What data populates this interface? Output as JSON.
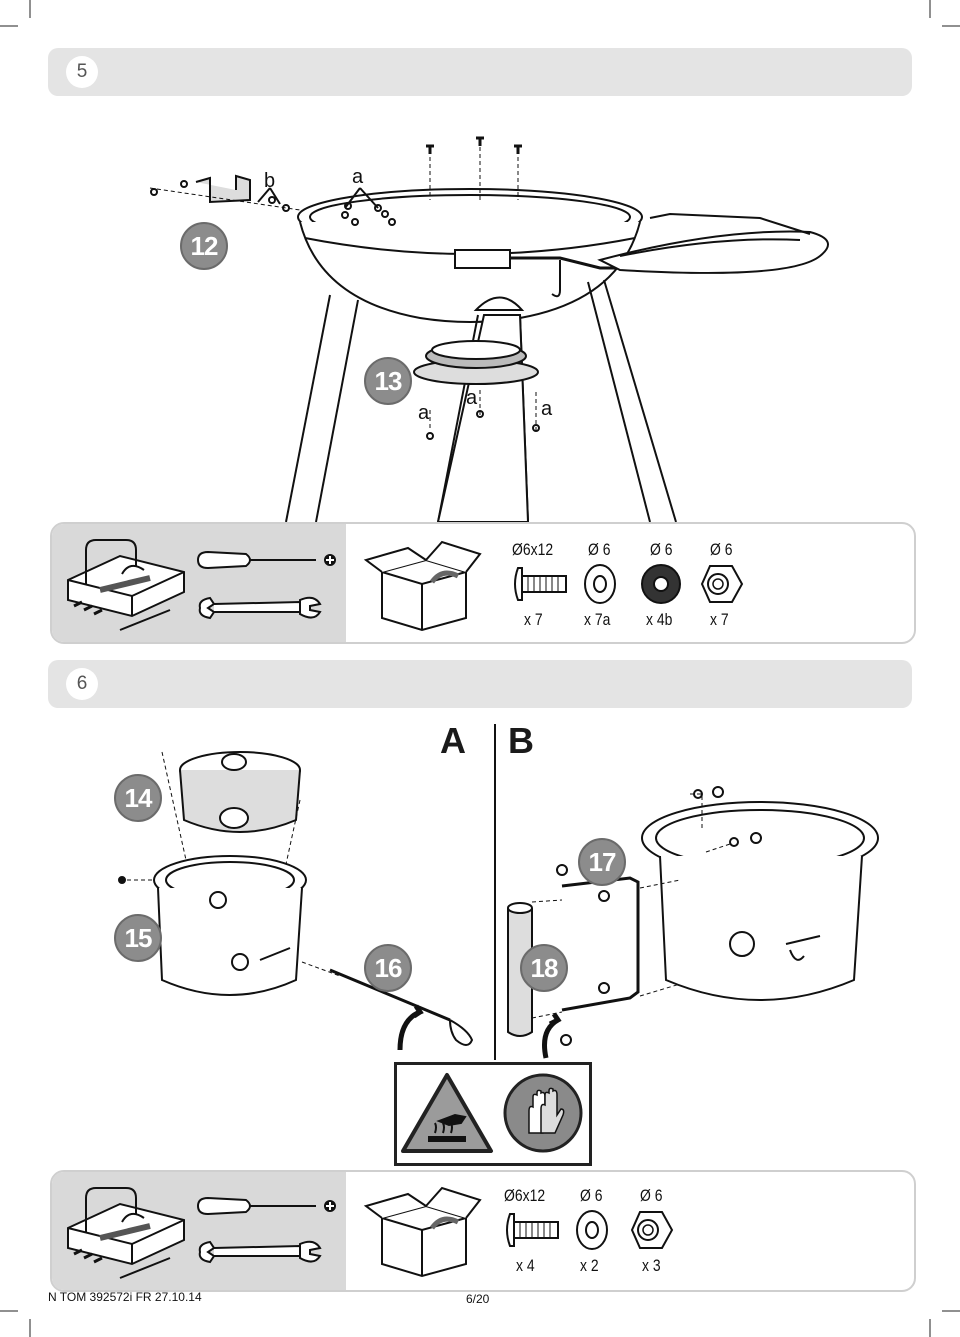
{
  "step5": {
    "number": "5",
    "part_labels": {
      "p12": "12",
      "p13": "13"
    },
    "callouts": {
      "b": "b",
      "a_top": "a",
      "a1": "a",
      "a2": "a",
      "a3": "a"
    },
    "hardware": [
      {
        "size": "Ø6x12",
        "qty": "x 7",
        "icon": "bolt-icon"
      },
      {
        "size": "Ø 6",
        "qty": "x 7a",
        "icon": "flat-washer-icon"
      },
      {
        "size": "Ø 6",
        "qty": "x 4b",
        "icon": "thick-washer-icon"
      },
      {
        "size": "Ø 6",
        "qty": "x 7",
        "icon": "hex-nut-icon"
      }
    ]
  },
  "step6": {
    "number": "6",
    "section_a": "A",
    "section_b": "B",
    "part_labels": {
      "p14": "14",
      "p15": "15",
      "p16": "16",
      "p17": "17",
      "p18": "18"
    },
    "warnings": [
      "hot-surface-warning-icon",
      "gloves-icon"
    ],
    "hardware": [
      {
        "size": "Ø6x12",
        "qty": "x 4",
        "icon": "bolt-icon"
      },
      {
        "size": "Ø 6",
        "qty": "x 2",
        "icon": "flat-washer-icon"
      },
      {
        "size": "Ø 6",
        "qty": "x 3",
        "icon": "hex-nut-icon"
      }
    ]
  },
  "footer": {
    "left": "N TOM 392572i FR 27.10.14",
    "page": "6/20"
  }
}
